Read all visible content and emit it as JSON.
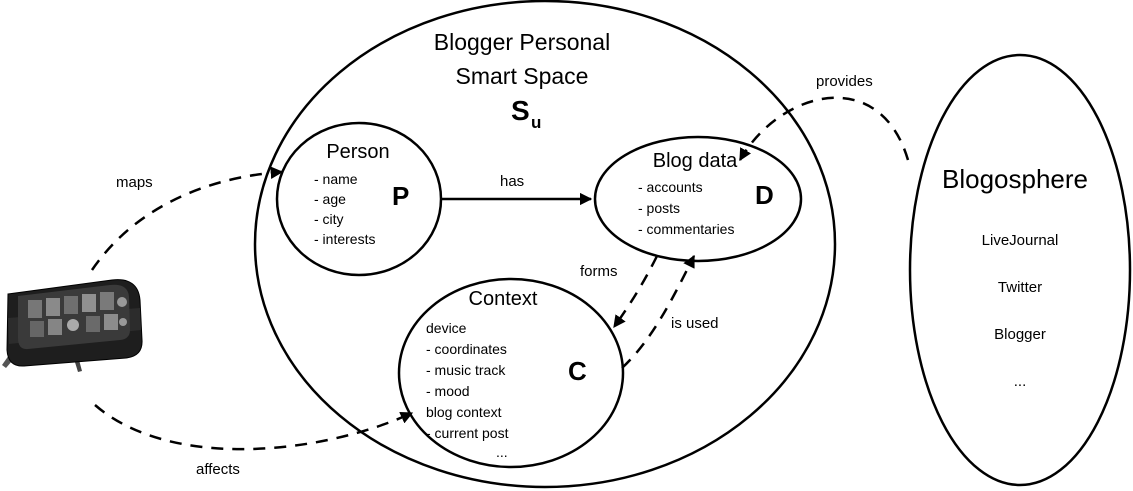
{
  "space": {
    "title_line1": "Blogger Personal",
    "title_line2": "Smart Space",
    "symbol": "S",
    "symbol_sub": "u"
  },
  "person": {
    "title": "Person",
    "letter": "P",
    "items": [
      "- name",
      "- age",
      "- city",
      "- interests"
    ]
  },
  "blog": {
    "title": "Blog data",
    "letter": "D",
    "items": [
      "- accounts",
      "- posts",
      "- commentaries"
    ]
  },
  "context": {
    "title": "Context",
    "letter": "C",
    "items": [
      "device",
      "- coordinates",
      "- music track",
      "- mood",
      "blog context",
      "- current post",
      "..."
    ]
  },
  "blogosphere": {
    "title": "Blogosphere",
    "items": [
      "LiveJournal",
      "Twitter",
      "Blogger",
      "..."
    ]
  },
  "edges": {
    "maps": "maps",
    "has": "has",
    "provides": "provides",
    "forms": "forms",
    "is_used": "is used",
    "affects": "affects"
  }
}
